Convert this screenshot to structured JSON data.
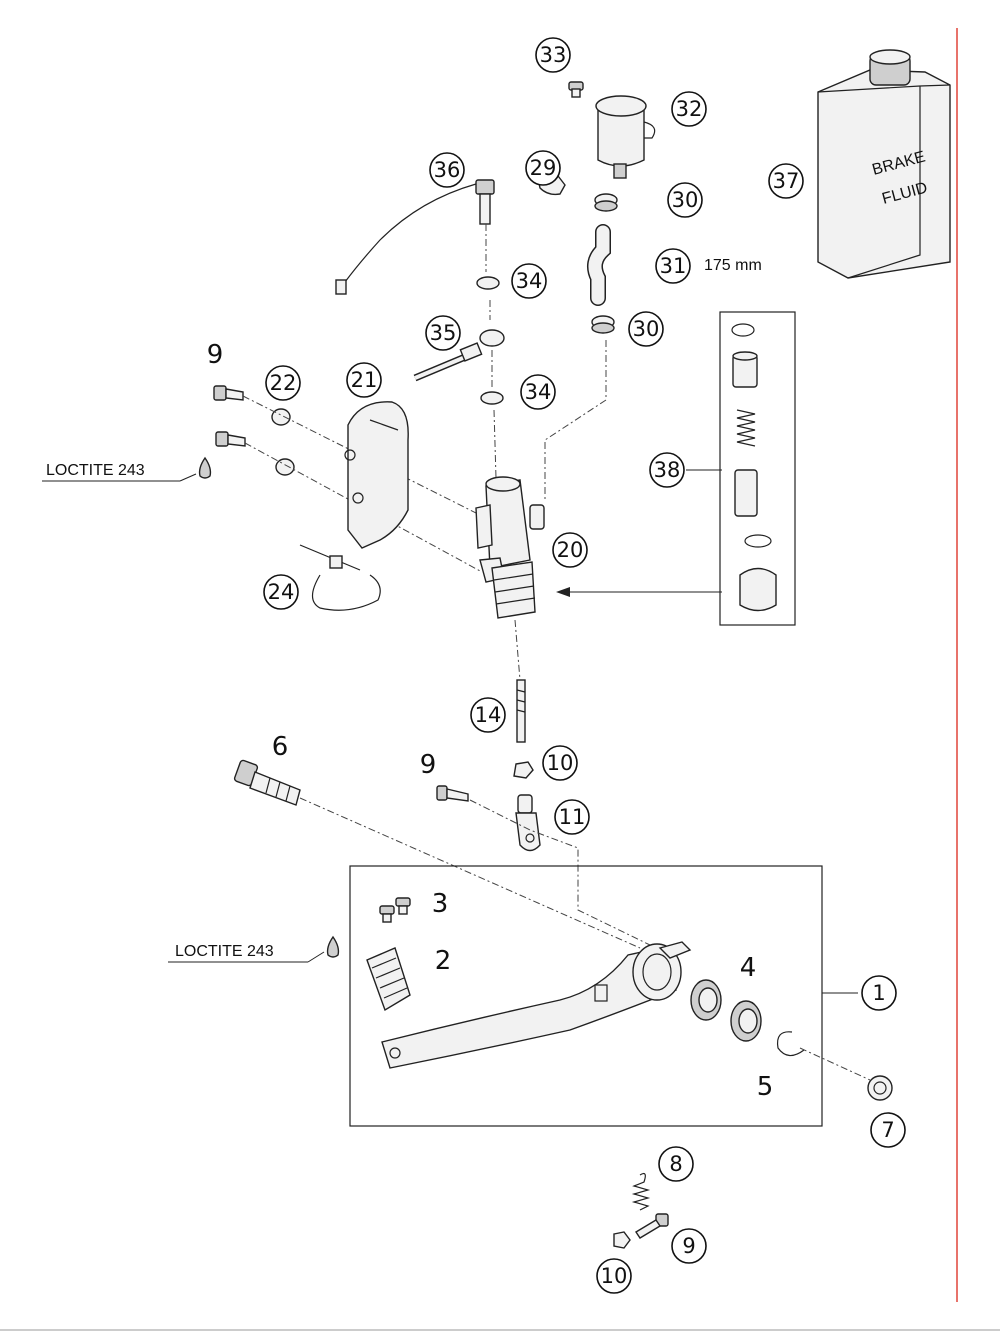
{
  "callouts": {
    "c33": "33",
    "c32": "32",
    "c36": "36",
    "c29": "29",
    "c30a": "30",
    "c37": "37",
    "c31": "31",
    "c34a": "34",
    "c35": "35",
    "c30b": "30",
    "c9a": "9",
    "c22": "22",
    "c21": "21",
    "c34b": "34",
    "c38": "38",
    "c20": "20",
    "c24": "24",
    "c14": "14",
    "c6": "6",
    "c9b": "9",
    "c10a": "10",
    "c11": "11",
    "c3": "3",
    "c2": "2",
    "c4": "4",
    "c1": "1",
    "c5": "5",
    "c7": "7",
    "c8": "8",
    "c9c": "9",
    "c10b": "10"
  },
  "labels": {
    "length_31": "175 mm",
    "loctite_upper": "LOCTITE 243",
    "loctite_lower": "LOCTITE 243",
    "can_line1": "BRAKE",
    "can_line2": "FLUID"
  },
  "colors": {
    "margin_line": "#e0453a",
    "ink": "#111111"
  }
}
